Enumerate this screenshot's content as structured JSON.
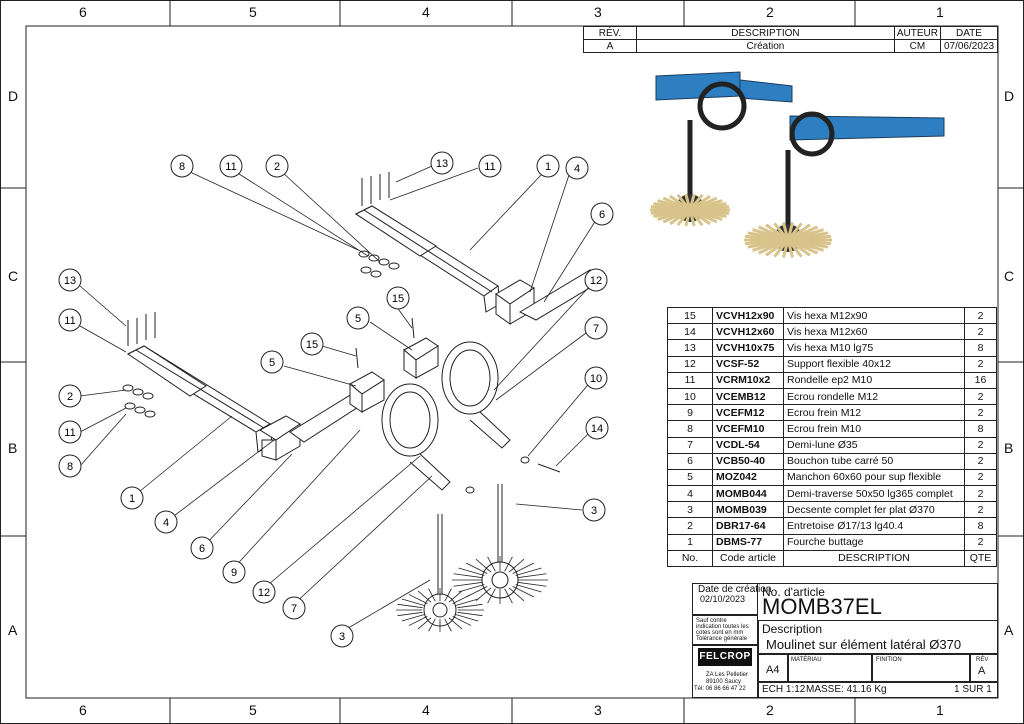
{
  "zones": {
    "columns": [
      "6",
      "5",
      "4",
      "3",
      "2",
      "1"
    ],
    "rows": [
      "D",
      "C",
      "B",
      "A"
    ]
  },
  "revision": {
    "headers": [
      "RÉV.",
      "DESCRIPTION",
      "AUTEUR",
      "DATE"
    ],
    "row": [
      "A",
      "Création",
      "CM",
      "07/06/2023"
    ]
  },
  "callouts": [
    "8",
    "11",
    "2",
    "13",
    "11",
    "1",
    "4",
    "6",
    "13",
    "11",
    "2",
    "11",
    "8",
    "15",
    "15",
    "5",
    "5",
    "12",
    "7",
    "10",
    "14",
    "3",
    "1",
    "4",
    "6",
    "9",
    "12",
    "7",
    "3"
  ],
  "bom": {
    "headers": [
      "No.",
      "Code article",
      "DESCRIPTION",
      "QTE"
    ],
    "rows": [
      [
        "15",
        "VCVH12x90",
        "Vis hexa M12x90",
        "2"
      ],
      [
        "14",
        "VCVH12x60",
        "Vis hexa M12x60",
        "2"
      ],
      [
        "13",
        "VCVH10x75",
        "Vis hexa M10 lg75",
        "8"
      ],
      [
        "12",
        "VCSF-52",
        "Support flexible 40x12",
        "2"
      ],
      [
        "11",
        "VCRM10x2",
        "Rondelle ep2 M10",
        "16"
      ],
      [
        "10",
        "VCEMB12",
        "Ecrou rondelle M12",
        "2"
      ],
      [
        "9",
        "VCEFM12",
        "Ecrou frein M12",
        "2"
      ],
      [
        "8",
        "VCEFM10",
        "Ecrou frein M10",
        "8"
      ],
      [
        "7",
        "VCDL-54",
        "Demi-lune Ø35",
        "2"
      ],
      [
        "6",
        "VCB50-40",
        "Bouchon tube carré 50",
        "2"
      ],
      [
        "5",
        "MOZ042",
        "Manchon 60x60 pour sup flexible",
        "2"
      ],
      [
        "4",
        "MOMB044",
        "Demi-traverse 50x50 lg365 complet",
        "2"
      ],
      [
        "3",
        "MOMB039",
        "Decsente complet fer plat Ø370",
        "2"
      ],
      [
        "2",
        "DBR17-64",
        "Entretoise Ø17/13 lg40.4",
        "8"
      ],
      [
        "1",
        "DBMS-77",
        "Fourche buttage",
        "2"
      ]
    ]
  },
  "title_block": {
    "date_label": "Date de création",
    "date_value": "02/10/2023",
    "note_line1": "Sauf contre",
    "note_line2": "indication toutes les",
    "note_line3": "cotes sont en mm",
    "note_line4": "Tolérance générale",
    "article_label": "No. d'article",
    "article_value": "MOMB37EL",
    "description_label": "Description",
    "description_value": "Moulinet sur élément latéral Ø370",
    "logo_text": "FELCROP",
    "address_line1": "ZA Les Pelletier",
    "address_line2": "89100 Saucy",
    "address_line3": "Tél: 06 86 66 47 22",
    "format": "A4",
    "material_label": "MATÉRIAU",
    "finish_label": "FINITION",
    "rev_label": "RÉV",
    "rev_value": "A",
    "scale": "ECH 1:12",
    "mass": "MASSE: 41.16 Kg",
    "sheet": "1 SUR 1"
  },
  "colors": {
    "line": "#222222",
    "blue": "#2e7fc2",
    "tine": "#d8c48a"
  }
}
